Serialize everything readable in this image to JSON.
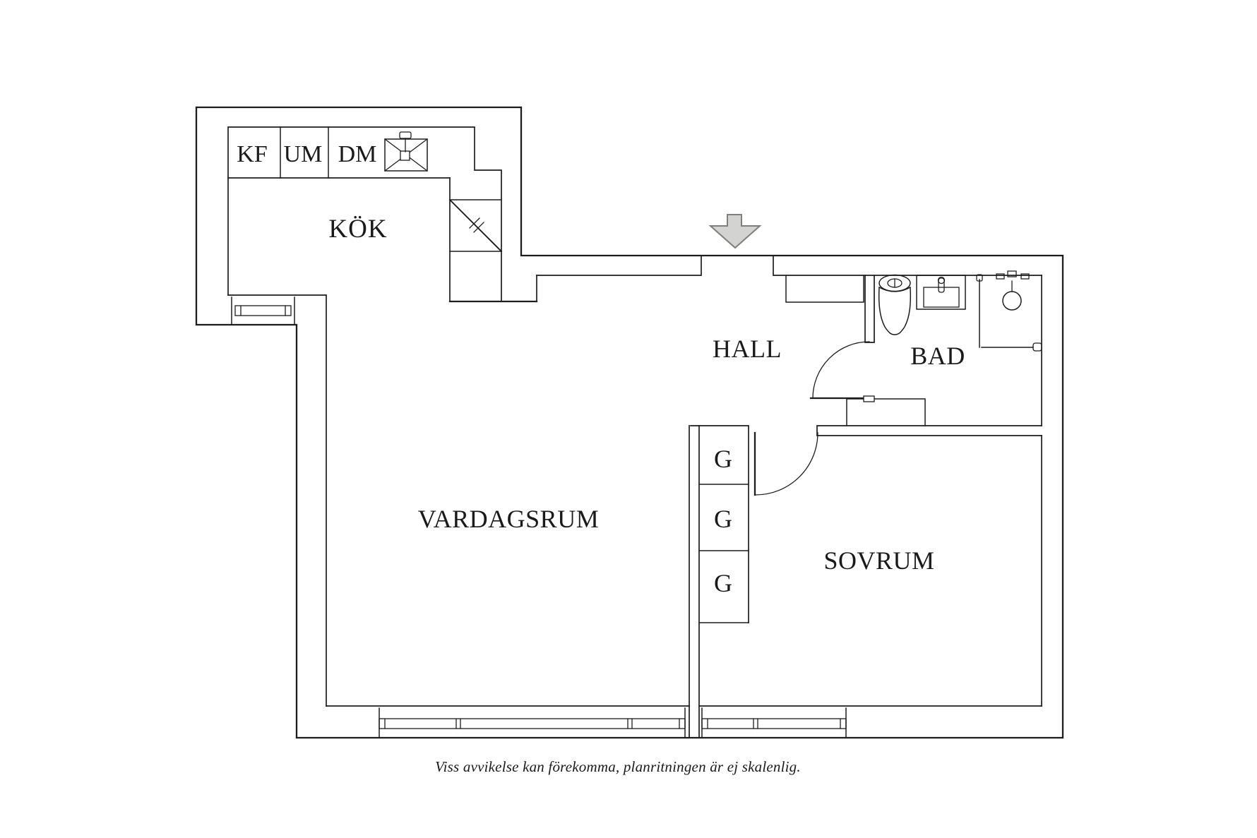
{
  "plan": {
    "rooms": {
      "kitchen": "KÖK",
      "living_room": "VARDAGSRUM",
      "hall": "HALL",
      "bathroom": "BAD",
      "bedroom": "SOVRUM"
    },
    "appliances": {
      "kf": "KF",
      "um": "UM",
      "dm": "DM"
    },
    "closets": {
      "g1": "G",
      "g2": "G",
      "g3": "G"
    },
    "caption": "Viss avvikelse kan förekomma, planritningen är ej skalenlig.",
    "colors": {
      "line": "#1d1d1d",
      "text": "#1a1a1a",
      "arrow_fill": "#d3d3d1",
      "arrow_stroke": "#7f7f7d"
    }
  }
}
